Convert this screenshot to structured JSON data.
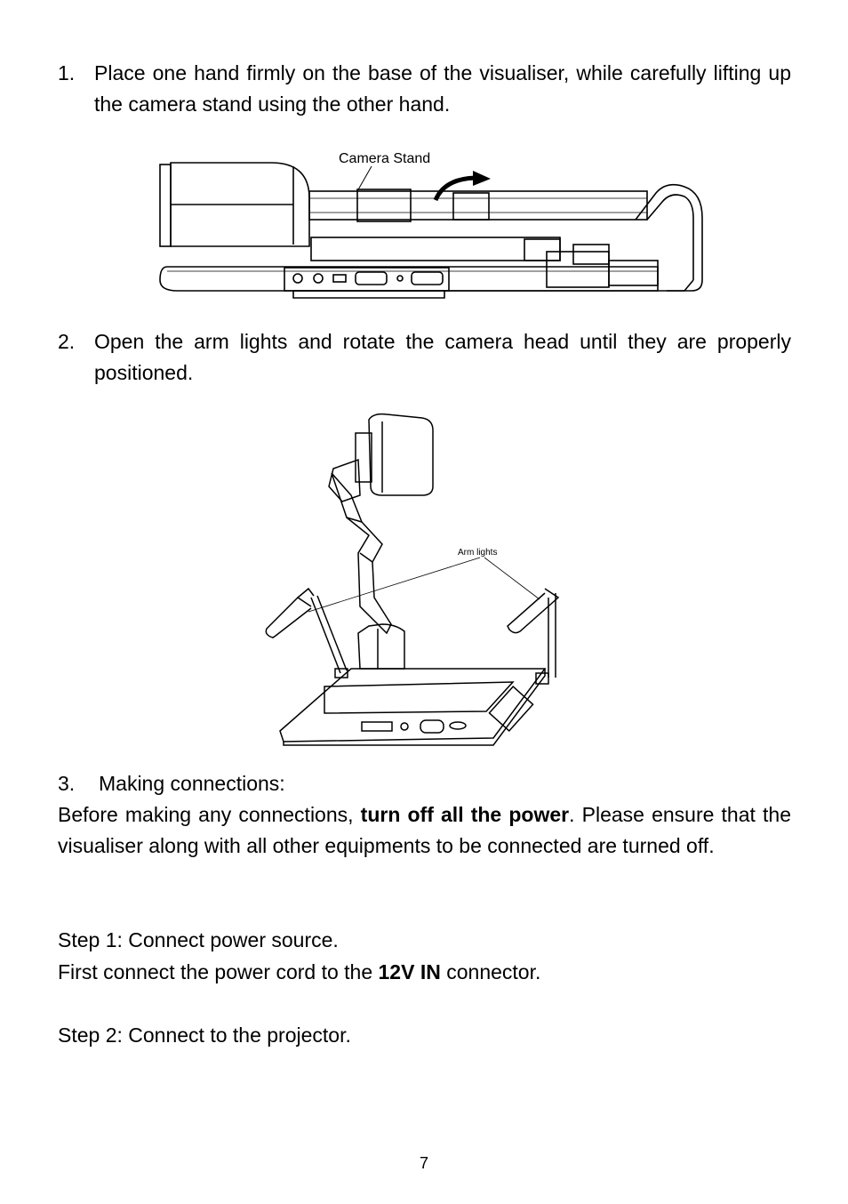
{
  "steps": [
    {
      "number": "1.",
      "text": "Place one hand firmly on the base of the visualiser, while carefully lifting up the camera stand using the other hand."
    },
    {
      "number": "2.",
      "text": "Open the arm lights and rotate the camera head until they are properly positioned."
    },
    {
      "number": "3.",
      "text": "Making connections:"
    }
  ],
  "figure1": {
    "label": "Camera Stand"
  },
  "figure2": {
    "label": "Arm lights"
  },
  "connections": {
    "intro_before": "Before making any connections, ",
    "intro_bold": "turn off all the power",
    "intro_after": ". Please ensure that the visualiser along with all other equipments to be connected are turned off.",
    "step1_title": "Step 1: Connect power source.",
    "step1_before": "First connect the power cord to the ",
    "step1_bold": "12V IN",
    "step1_after": " connector.",
    "step2_title": "Step 2: Connect to the projector."
  },
  "page_number": "7"
}
